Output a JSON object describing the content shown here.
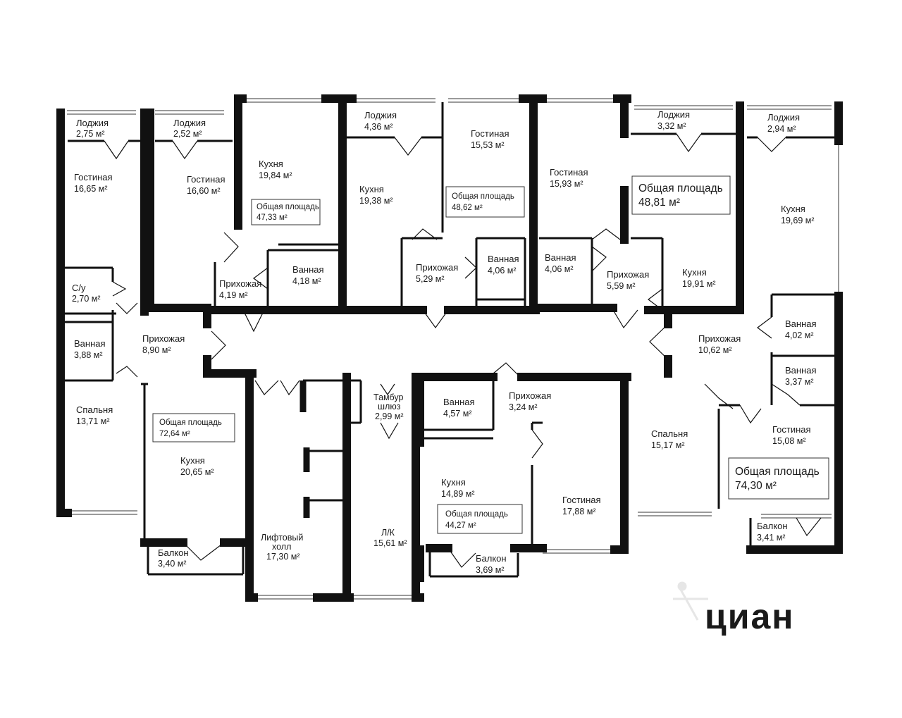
{
  "units": "м²",
  "rooms": {
    "a1_loggia": {
      "name": "Лоджия",
      "area": "2,75 м²"
    },
    "a1_living": {
      "name": "Гостиная",
      "area": "16,65 м²"
    },
    "a1_wc": {
      "name": "С/у",
      "area": "2,70 м²"
    },
    "a1_bath": {
      "name": "Ванная",
      "area": "3,88 м²"
    },
    "a1_hall": {
      "name": "Прихожая",
      "area": "8,90 м²"
    },
    "a1_bedroom": {
      "name": "Спальня",
      "area": "13,71 м²"
    },
    "a1_kitchen": {
      "name": "Кухня",
      "area": "20,65 м²"
    },
    "a1_balcony": {
      "name": "Балкон",
      "area": "3,40 м²"
    },
    "a2_loggia": {
      "name": "Лоджия",
      "area": "2,52 м²"
    },
    "a2_living": {
      "name": "Гостиная",
      "area": "16,60 м²"
    },
    "a2_kitchen": {
      "name": "Кухня",
      "area": "19,84 м²"
    },
    "a2_hall": {
      "name": "Прихожая",
      "area": "4,19 м²"
    },
    "a2_bath": {
      "name": "Ванная",
      "area": "4,18 м²"
    },
    "a3_loggia": {
      "name": "Лоджия",
      "area": "4,36 м²"
    },
    "a3_kitchen": {
      "name": "Кухня",
      "area": "19,38 м²"
    },
    "a3_living": {
      "name": "Гостиная",
      "area": "15,53 м²"
    },
    "a3_hall": {
      "name": "Прихожая",
      "area": "5,29 м²"
    },
    "a3_bath": {
      "name": "Ванная",
      "area": "4,06 м²"
    },
    "a4_living": {
      "name": "Гостиная",
      "area": "15,93 м²"
    },
    "a4_bath": {
      "name": "Ванная",
      "area": "4,06 м²"
    },
    "a4_hall": {
      "name": "Прихожая",
      "area": "5,59 м²"
    },
    "a4_loggia": {
      "name": "Лоджия",
      "area": "3,32 м²"
    },
    "a4_kitchen": {
      "name": "Кухня",
      "area": "19,91 м²"
    },
    "a5_loggia": {
      "name": "Лоджия",
      "area": "2,94 м²"
    },
    "a5_kitchen": {
      "name": "Кухня",
      "area": "19,69 м²"
    },
    "a5_bath1": {
      "name": "Ванная",
      "area": "4,02 м²"
    },
    "a5_hall": {
      "name": "Прихожая",
      "area": "10,62 м²"
    },
    "a5_bath2": {
      "name": "Ванная",
      "area": "3,37 м²"
    },
    "a5_bedroom": {
      "name": "Спальня",
      "area": "15,17 м²"
    },
    "a5_living": {
      "name": "Гостиная",
      "area": "15,08 м²"
    },
    "a5_balcony": {
      "name": "Балкон",
      "area": "3,41 м²"
    },
    "a6_bath": {
      "name": "Ванная",
      "area": "4,57 м²"
    },
    "a6_hall": {
      "name": "Прихожая",
      "area": "3,24 м²"
    },
    "a6_kitchen": {
      "name": "Кухня",
      "area": "14,89 м²"
    },
    "a6_living": {
      "name": "Гостиная",
      "area": "17,88 м²"
    },
    "a6_balcony": {
      "name": "Балкон",
      "area": "3,69 м²"
    },
    "lift_hall": {
      "name1": "Лифтовый",
      "name2": "холл",
      "area": "17,30 м²"
    },
    "tambour": {
      "name1": "Тамбур",
      "name2": "шлюз",
      "area": "2,99 м²"
    },
    "stair": {
      "name": "Л/К",
      "area": "15,61 м²"
    }
  },
  "totals": {
    "label": "Общая площадь",
    "a1": "72,64 м²",
    "a2": "47,33 м²",
    "a3": "48,62 м²",
    "a4": "48,81 м²",
    "a5": "74,30 м²",
    "a6": "44,27 м²"
  },
  "watermark": "циан",
  "colors": {
    "wall": "#111111",
    "window": "#9a9a9a",
    "text": "#1a1a1a"
  }
}
